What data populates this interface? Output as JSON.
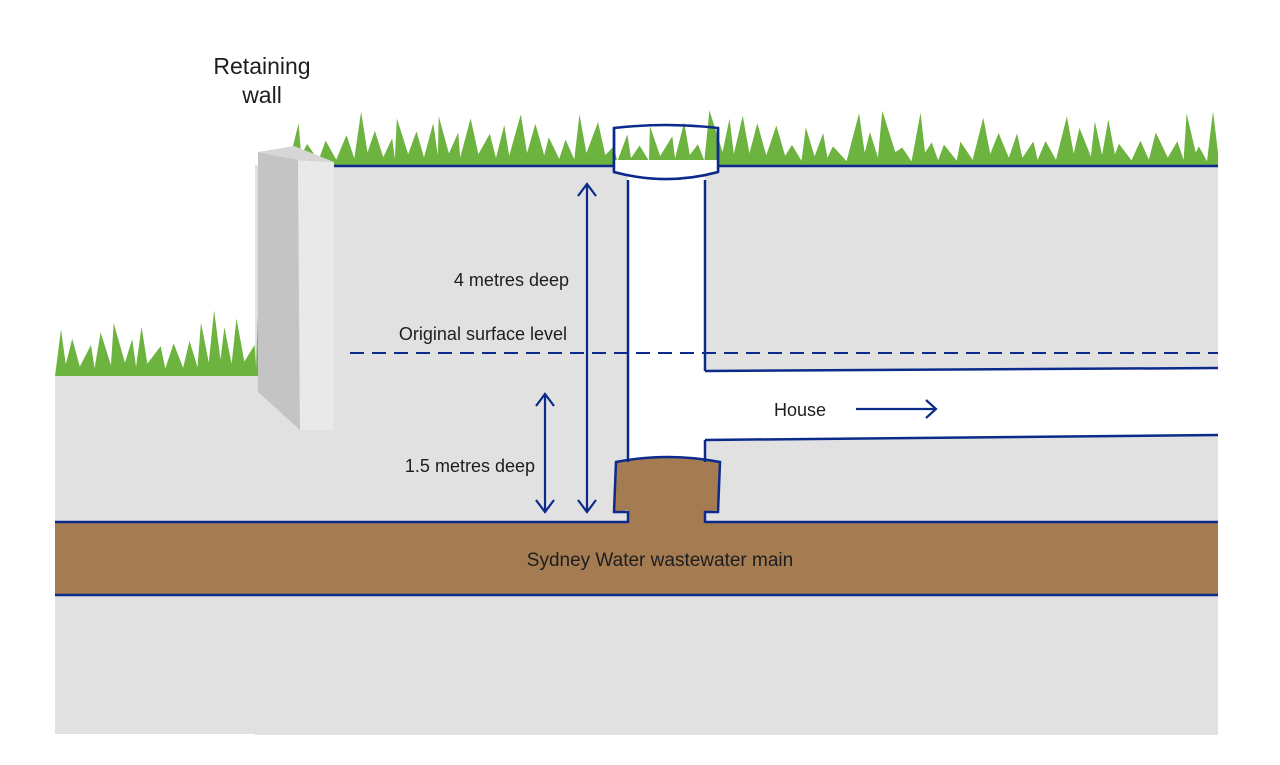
{
  "labels": {
    "retaining_wall_line1": "Retaining",
    "retaining_wall_line2": "wall",
    "depth_4m": "4 metres deep",
    "original_surface": "Original surface level",
    "house": "House",
    "depth_1_5m": "1.5 metres deep",
    "main": "Sydney Water wastewater main"
  },
  "colors": {
    "ground": "#e1e1e1",
    "grass": "#6cb33f",
    "grass_dark": "#4f9a2e",
    "line": "#0c2a8c",
    "pipe": "#a57c52",
    "wall_front": "#e9e9e9",
    "wall_side": "#c4c4c4",
    "wall_top": "#d6d6d6"
  }
}
